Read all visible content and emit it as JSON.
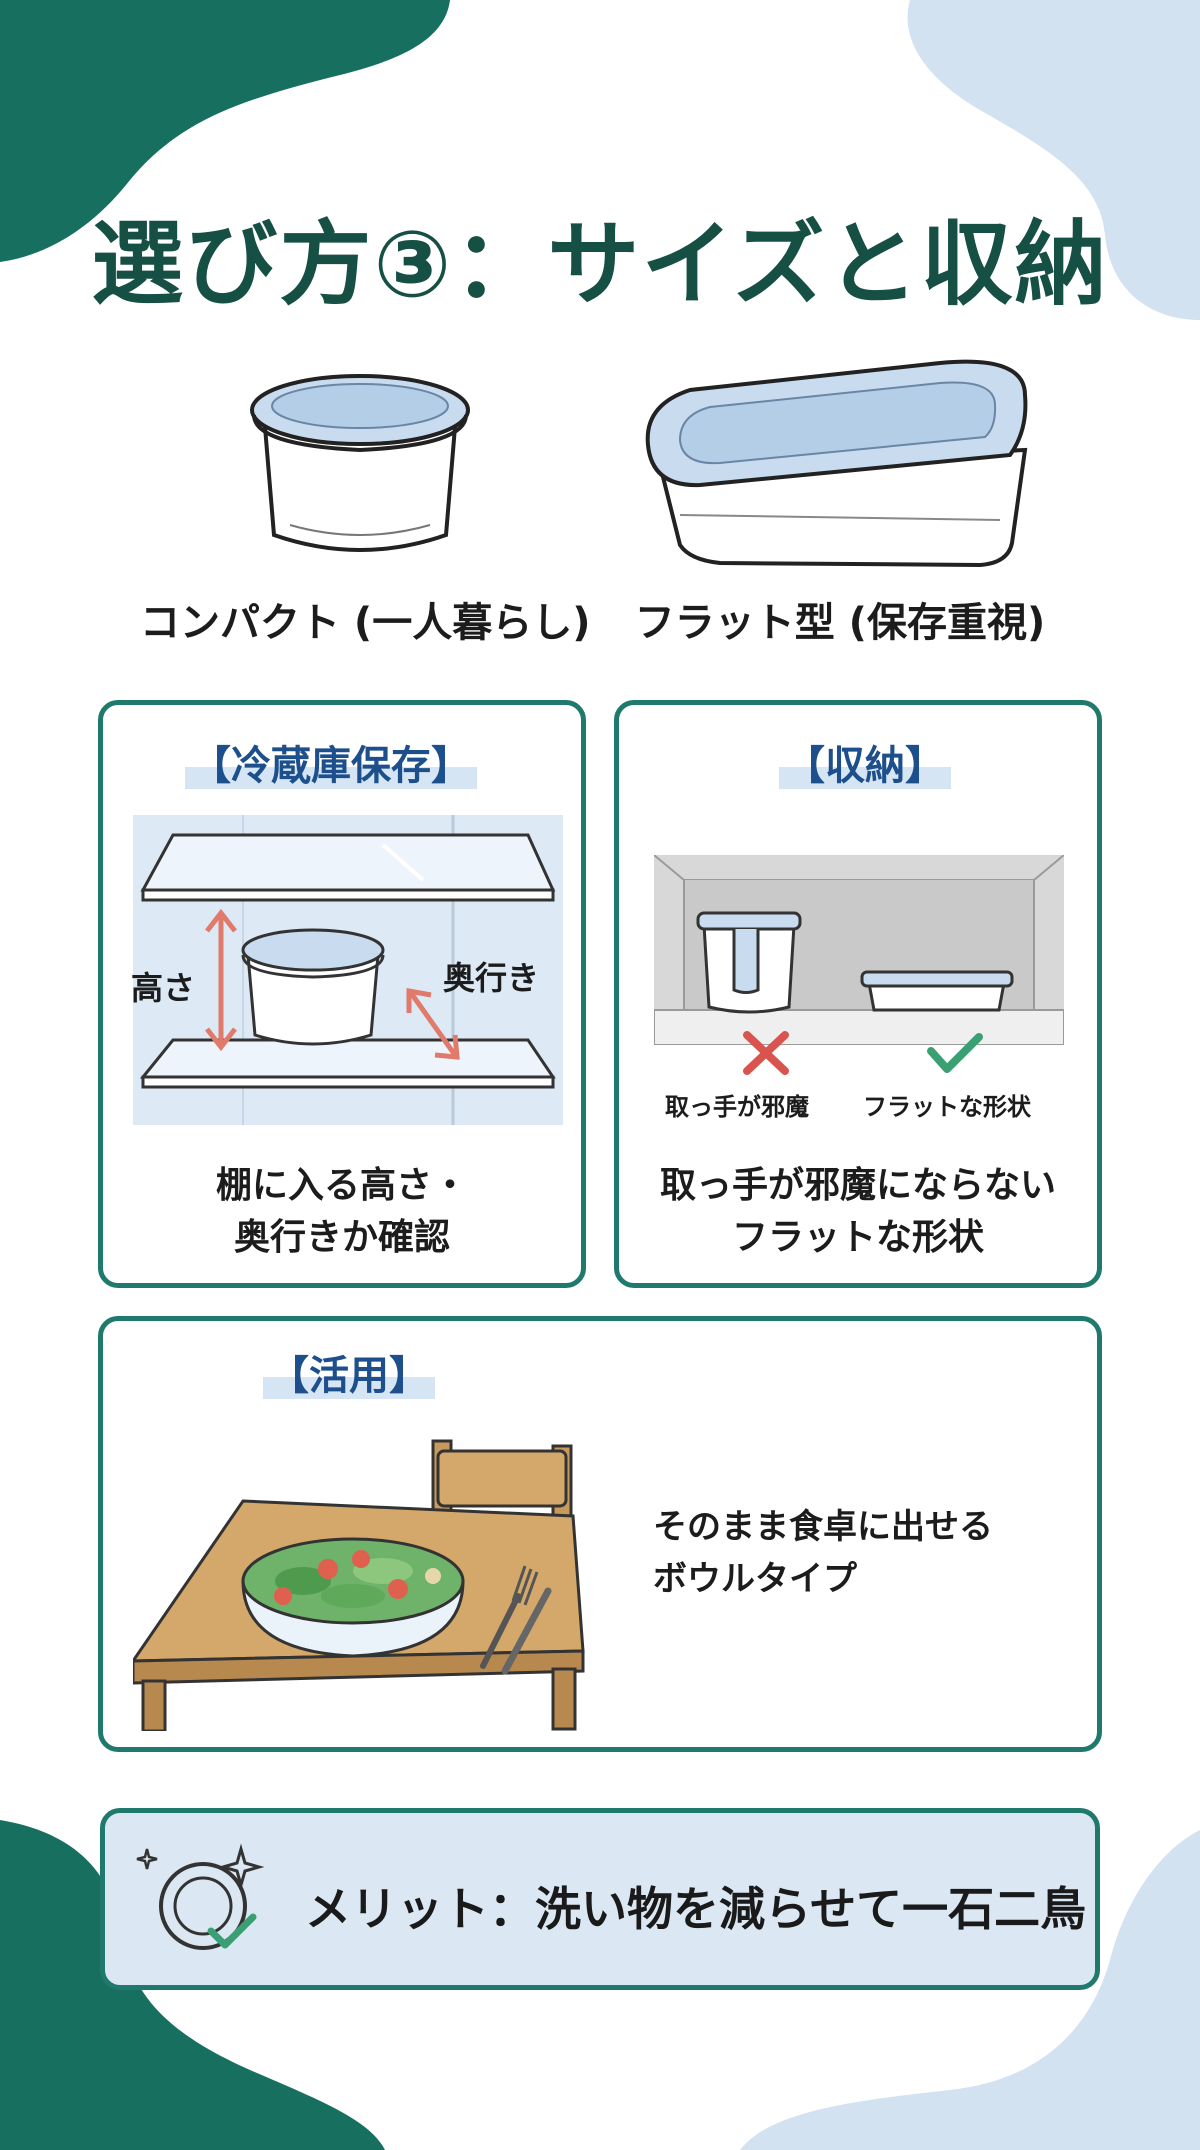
{
  "title": "選び方③：サイズと収納",
  "containers": [
    {
      "label": "コンパクト (一人暮らし)"
    },
    {
      "label": "フラット型 (保存重視)"
    }
  ],
  "cards": {
    "fridge": {
      "heading": "【冷蔵庫保存】",
      "height_label": "高さ",
      "depth_label": "奥行き",
      "caption_line1": "棚に入る高さ・",
      "caption_line2": "奥行きか確認"
    },
    "storage": {
      "heading": "【収納】",
      "bad_label": "取っ手が邪魔",
      "good_label": "フラットな形状",
      "caption_line1": "取っ手が邪魔にならない",
      "caption_line2": "フラットな形状"
    },
    "use": {
      "heading": "【活用】",
      "caption_line1": "そのまま食卓に出せる",
      "caption_line2": "ボウルタイプ"
    }
  },
  "merit": {
    "text": "メリット：洗い物を減らせて一石二鳥"
  },
  "colors": {
    "title": "#164f44",
    "accent_green": "#1f7a6d",
    "heading_blue": "#1d4f8c",
    "highlight": "#d5e5f4",
    "merit_bg": "#dbe8f3",
    "arrow_red": "#e07a6a",
    "check_green": "#3aa074",
    "cross_red": "#d9534f"
  },
  "icons": [
    "sparkle-icon",
    "check-icon",
    "cross-icon",
    "dish-icon"
  ]
}
